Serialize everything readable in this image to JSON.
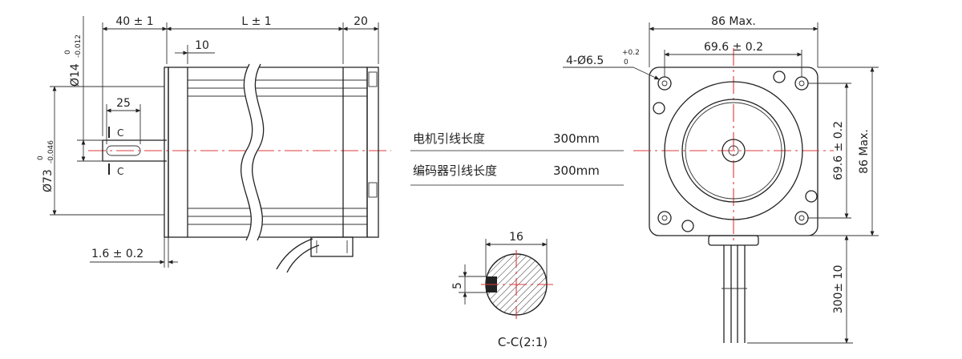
{
  "side_view": {
    "dim_shaft_length": "40 ± 1",
    "dim_body_length": "L ± 1",
    "dim_rear": "20",
    "dim_step": "10",
    "dim_key_length": "25",
    "dim_flange": "1.6 ± 0.2",
    "dim_shaft_dia": "Ø14",
    "dim_shaft_dia_tol_upper": "0",
    "dim_shaft_dia_tol_lower": "-0.012",
    "dim_pilot_dia": "Ø73",
    "dim_pilot_dia_tol_upper": "0",
    "dim_pilot_dia_tol_lower": "-0.046",
    "section_mark_top": "C",
    "section_mark_bottom": "C"
  },
  "lead_table": {
    "rows": [
      {
        "label": "电机引线长度",
        "value": "300mm"
      },
      {
        "label": "编码器引线长度",
        "value": "300mm"
      }
    ]
  },
  "section_view": {
    "dim_width": "16",
    "dim_key": "5",
    "caption": "C-C(2:1)"
  },
  "front_view": {
    "dim_overall_width": "86 Max.",
    "dim_hole_spacing_x": "69.6 ± 0.2",
    "dim_holes": "4-Ø6.5",
    "dim_holes_tol_upper": "+0.2",
    "dim_holes_tol_lower": "0",
    "dim_hole_spacing_y": "69.6 ± 0.2",
    "dim_overall_height": "86 Max.",
    "dim_lead_length": "300± 10"
  },
  "colors": {
    "line": "#222222",
    "centerline": "#e03a3a",
    "background": "#ffffff"
  }
}
